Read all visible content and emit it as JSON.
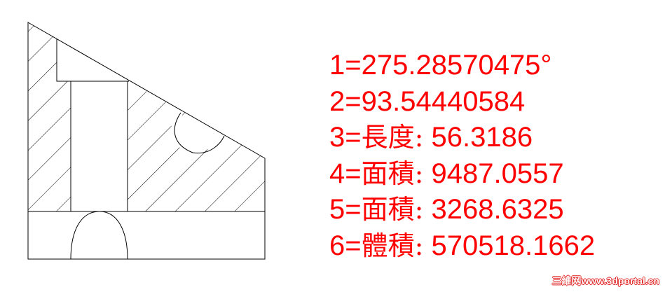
{
  "drawing": {
    "line_color": "#000000",
    "hatch_pattern": "diagonal-45"
  },
  "annotations": [
    {
      "index": "1",
      "prefix": "",
      "value": "275.28570475°"
    },
    {
      "index": "2",
      "prefix": "",
      "value": "93.54440584"
    },
    {
      "index": "3",
      "prefix": "長度:",
      "value": " 56.3186"
    },
    {
      "index": "4",
      "prefix": "面積:",
      "value": " 9487.0557"
    },
    {
      "index": "5",
      "prefix": "面積:",
      "value": " 3268.6325"
    },
    {
      "index": "6",
      "prefix": "體積:",
      "value": " 570518.1662"
    }
  ],
  "annotation_color": "#ff0000",
  "watermark": "三維网www.3dportal.cn"
}
